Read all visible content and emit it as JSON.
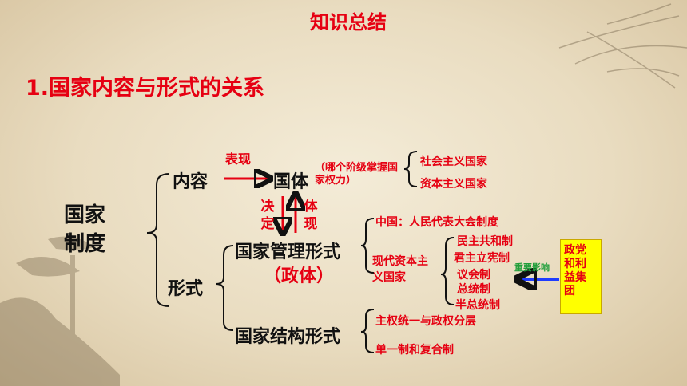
{
  "header": {
    "title": "知识总结",
    "subtitle": "1.国家内容与形式的关系"
  },
  "diagram": {
    "root": "国家制度",
    "content": "内容",
    "form": "形式",
    "express_label": "表现",
    "state_nature": "国体",
    "state_nature_note": "（哪个阶级掌握国家权力）",
    "state_nature_types": [
      "社会主义国家",
      "资本主义国家"
    ],
    "decide_label": "决定",
    "embody_label": "体现",
    "gov_form": "国家管理形式",
    "gov_form_alias": "（政体）",
    "china_system": "中国：人民代表大会制度",
    "capitalist_label": "现代资本主义国家",
    "capitalist_systems": [
      "民主共和制",
      "君主立宪制",
      "议会制",
      "总统制",
      "半总统制"
    ],
    "influence_label": "重要影响",
    "interest_box": "政党和利益集团",
    "structure_form": "国家结构形式",
    "structure_items": [
      "主权统一与政权分层",
      "单一制和复合制"
    ]
  },
  "colors": {
    "accent_red": "#e60012",
    "highlight_yellow": "#ffff00",
    "arrow_blue": "#1e3cff",
    "label_green": "#1f9e3a",
    "text_black": "#111111"
  }
}
